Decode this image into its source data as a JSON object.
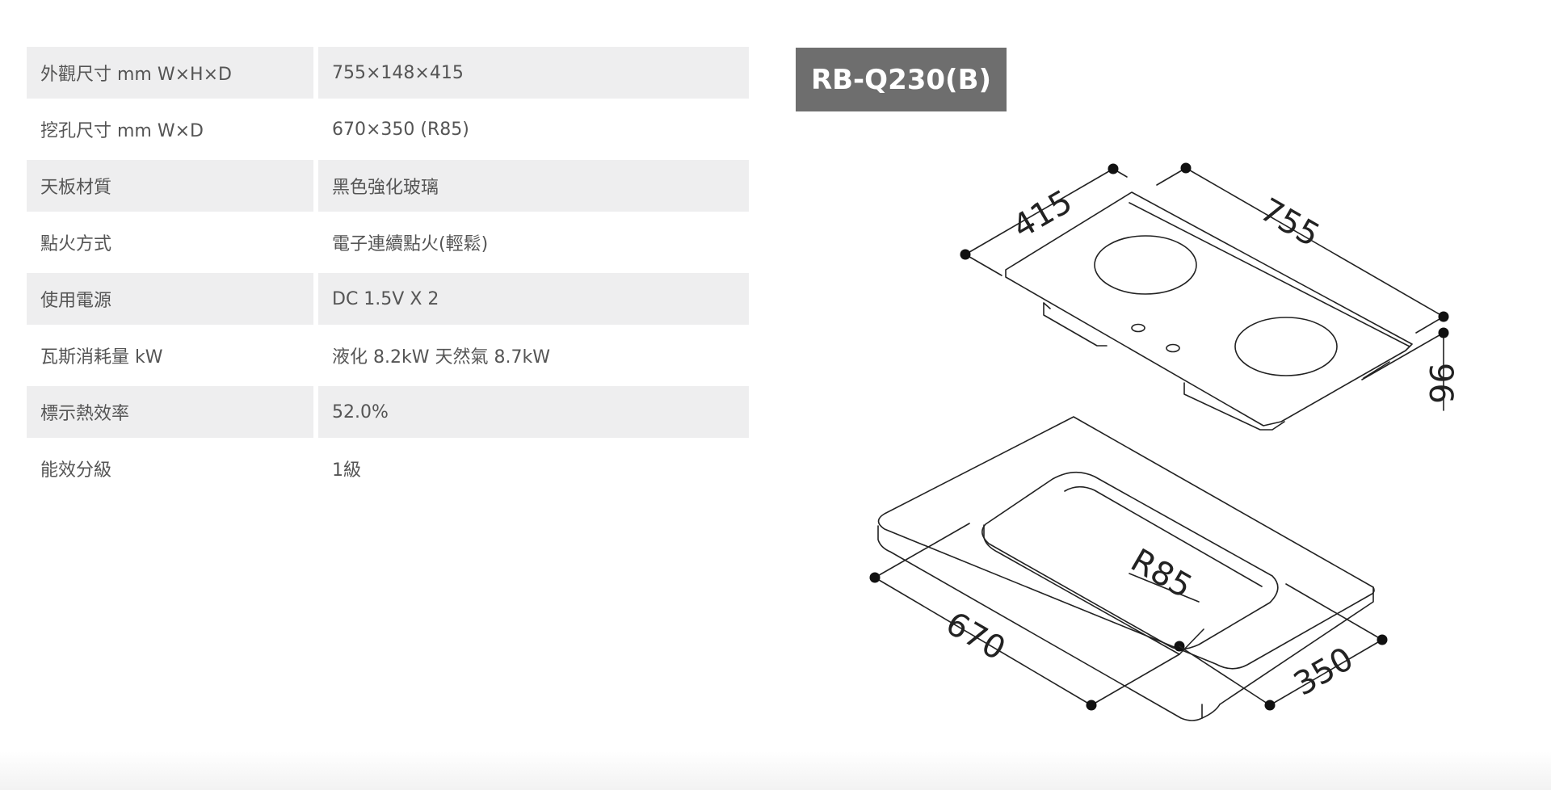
{
  "specs": [
    {
      "label": "外觀尺寸 mm W×H×D",
      "value": "755×148×415"
    },
    {
      "label": "挖孔尺寸 mm W×D",
      "value": "670×350 (R85)"
    },
    {
      "label": "天板材質",
      "value": "黑色強化玻璃"
    },
    {
      "label": "點火方式",
      "value": "電子連續點火(輕鬆)"
    },
    {
      "label": "使用電源",
      "value": "DC 1.5V X 2"
    },
    {
      "label": "瓦斯消耗量 kW",
      "value": "液化 8.2kW 天然氣 8.7kW"
    },
    {
      "label": "標示熱效率",
      "value": "52.0%"
    },
    {
      "label": "能效分級",
      "value": "1級"
    }
  ],
  "model": "RB-Q230(B)",
  "diagram": {
    "depth": "415",
    "width": "755",
    "height": "96",
    "cutout_width": "670",
    "cutout_depth": "350",
    "radius": "R85"
  },
  "colors": {
    "row_shade": "#eeeeef",
    "badge_bg": "#6e6e6e",
    "text": "#555555"
  }
}
